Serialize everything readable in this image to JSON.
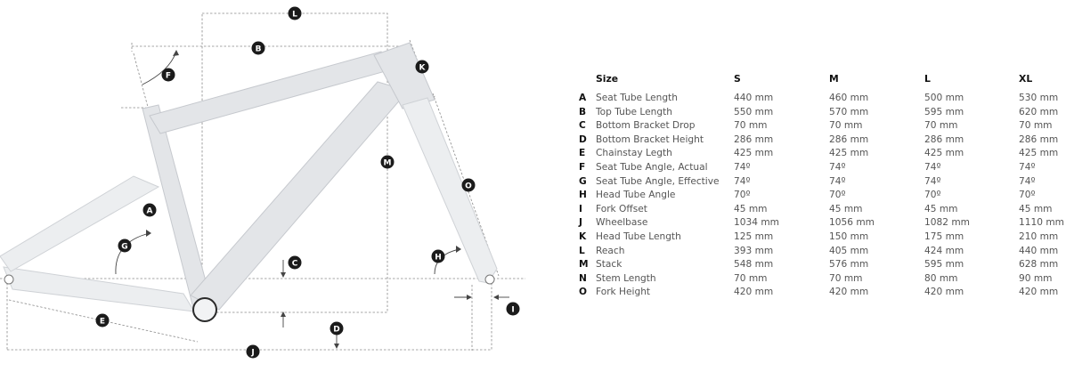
{
  "markers": {
    "A": "A",
    "B": "B",
    "C": "C",
    "D": "D",
    "E": "E",
    "F": "F",
    "G": "G",
    "H": "H",
    "I": "I",
    "J": "J",
    "K": "K",
    "L": "L",
    "M": "M",
    "O": "O"
  },
  "table": {
    "header": {
      "size": "Size",
      "s": "S",
      "m": "M",
      "l": "L",
      "xl": "XL"
    },
    "rows": [
      {
        "key": "A",
        "label": "Seat Tube Length",
        "s": "440 mm",
        "m": "460 mm",
        "l": "500 mm",
        "xl": "530 mm"
      },
      {
        "key": "B",
        "label": "Top Tube Length",
        "s": "550 mm",
        "m": "570 mm",
        "l": "595 mm",
        "xl": "620 mm"
      },
      {
        "key": "C",
        "label": "Bottom Bracket Drop",
        "s": "70 mm",
        "m": "70 mm",
        "l": "70 mm",
        "xl": "70 mm"
      },
      {
        "key": "D",
        "label": "Bottom Bracket Height",
        "s": "286 mm",
        "m": "286 mm",
        "l": "286 mm",
        "xl": "286 mm"
      },
      {
        "key": "E",
        "label": "Chainstay Legth",
        "s": "425 mm",
        "m": "425 mm",
        "l": "425 mm",
        "xl": "425 mm"
      },
      {
        "key": "F",
        "label": "Seat Tube Angle, Actual",
        "s": "74º",
        "m": "74º",
        "l": "74º",
        "xl": "74º"
      },
      {
        "key": "G",
        "label": "Seat Tube Angle, Effective",
        "s": "74º",
        "m": "74º",
        "l": "74º",
        "xl": "74º"
      },
      {
        "key": "H",
        "label": "Head Tube Angle",
        "s": "70º",
        "m": "70º",
        "l": "70º",
        "xl": "70º"
      },
      {
        "key": "I",
        "label": "Fork Offset",
        "s": "45 mm",
        "m": "45 mm",
        "l": "45 mm",
        "xl": "45 mm"
      },
      {
        "key": "J",
        "label": "Wheelbase",
        "s": "1034 mm",
        "m": "1056 mm",
        "l": "1082 mm",
        "xl": "1110 mm"
      },
      {
        "key": "K",
        "label": "Head Tube Length",
        "s": "125 mm",
        "m": "150 mm",
        "l": "175 mm",
        "xl": "210 mm"
      },
      {
        "key": "L",
        "label": "Reach",
        "s": "393 mm",
        "m": "405 mm",
        "l": "424 mm",
        "xl": "440 mm"
      },
      {
        "key": "M",
        "label": "Stack",
        "s": "548 mm",
        "m": "576 mm",
        "l": "595 mm",
        "xl": "628 mm"
      },
      {
        "key": "N",
        "label": "Stem Length",
        "s": "70 mm",
        "m": "70 mm",
        "l": "80 mm",
        "xl": "90 mm"
      },
      {
        "key": "O",
        "label": "Fork Height",
        "s": "420 mm",
        "m": "420 mm",
        "l": "420 mm",
        "xl": "420 mm"
      }
    ]
  }
}
